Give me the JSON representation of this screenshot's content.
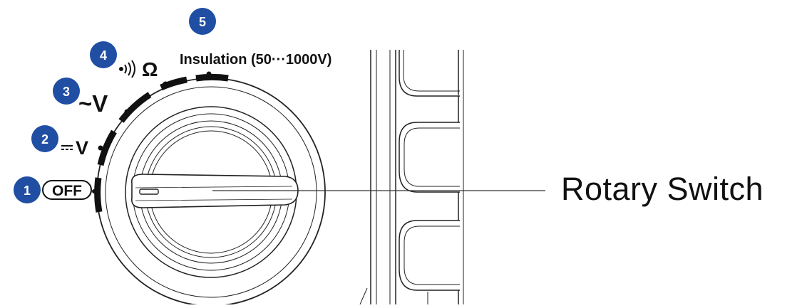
{
  "callout_label": "Rotary Switch",
  "badge_color": "#1f4ea3",
  "badges": [
    "1",
    "2",
    "3",
    "4",
    "5"
  ],
  "positions": {
    "off": "OFF",
    "dcv": "V",
    "acv": "~V",
    "resistance": "Ω",
    "insulation": "Insulation (50···1000V)"
  }
}
